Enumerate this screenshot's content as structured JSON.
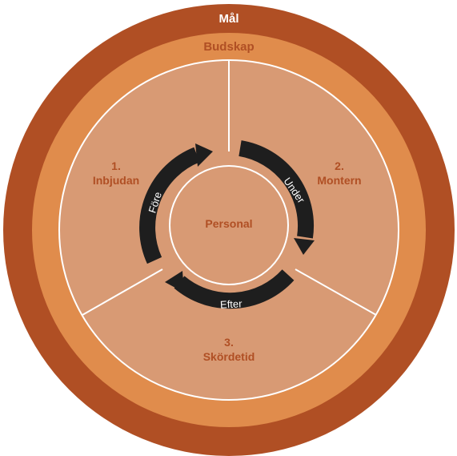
{
  "outer_ring": {
    "label": "Mål"
  },
  "middle_ring": {
    "label": "Budskap"
  },
  "center": {
    "label": "Personal"
  },
  "segments": [
    {
      "number": "1.",
      "name": "Inbjudan"
    },
    {
      "number": "2.",
      "name": "Montern"
    },
    {
      "number": "3.",
      "name": "Skördetid"
    }
  ],
  "arrows": [
    {
      "label": "Före"
    },
    {
      "label": "Under"
    },
    {
      "label": "Efter"
    }
  ],
  "colors": {
    "outer_ring": "#b04f24",
    "middle_ring": "#e08c4c",
    "inner_disc": "#d89a74",
    "segment_text": "#b04f24",
    "arrow": "#1e1e1e",
    "divider": "#ffffff"
  }
}
